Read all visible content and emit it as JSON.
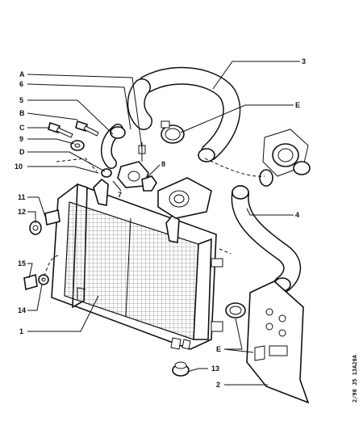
{
  "labels": {
    "A": "A",
    "n6": "6",
    "n3": "3",
    "n5": "5",
    "B": "B",
    "C": "C",
    "E_top": "E",
    "n9": "9",
    "D": "D",
    "n8": "8",
    "n10": "10",
    "n7": "7",
    "n11": "11",
    "n4": "4",
    "n12": "12",
    "n15": "15",
    "n14": "14",
    "n1": "1",
    "E_bottom": "E",
    "n13": "13",
    "n2": "2"
  },
  "reference_code": "2/90 J5 13A20A",
  "colors": {
    "ink": "#111111",
    "paper": "#ffffff"
  }
}
